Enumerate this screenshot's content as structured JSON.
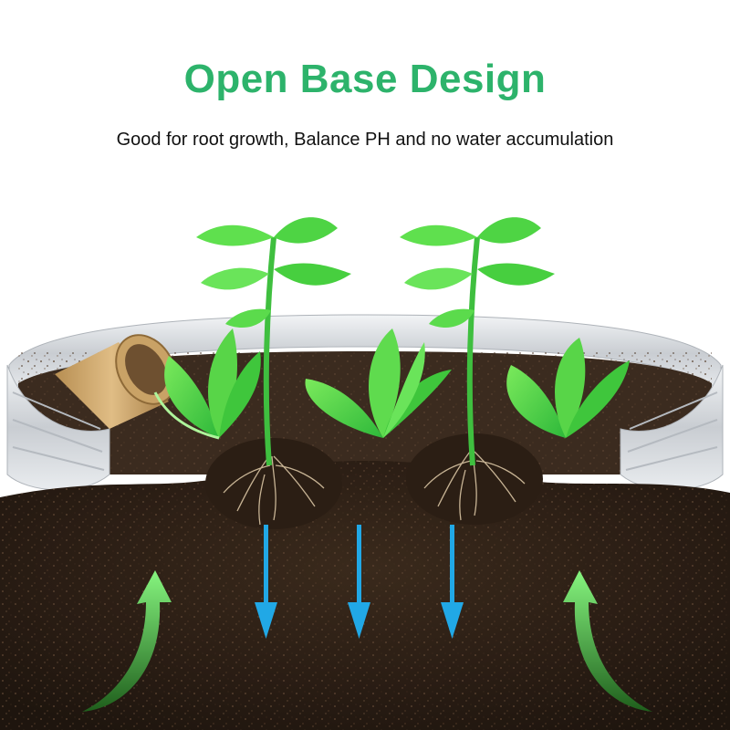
{
  "header": {
    "title": "Open Base Design",
    "subtitle": "Good for root growth, Balance PH and no water accumulation"
  },
  "colors": {
    "title_green": "#2db36b",
    "soil_dark": "#2a1d14",
    "arrow_up_green": "#7ef07a",
    "arrow_down_blue": "#21a8e6",
    "leaf_green": "#4fd84a",
    "bed_silver": "#d7dbe0"
  },
  "scene": {
    "items": [
      "raised-garden-bed",
      "peat-pot",
      "lettuce-plant",
      "pepper-seedling",
      "root-ball",
      "water-drain-arrow",
      "air-flow-arrow"
    ]
  }
}
